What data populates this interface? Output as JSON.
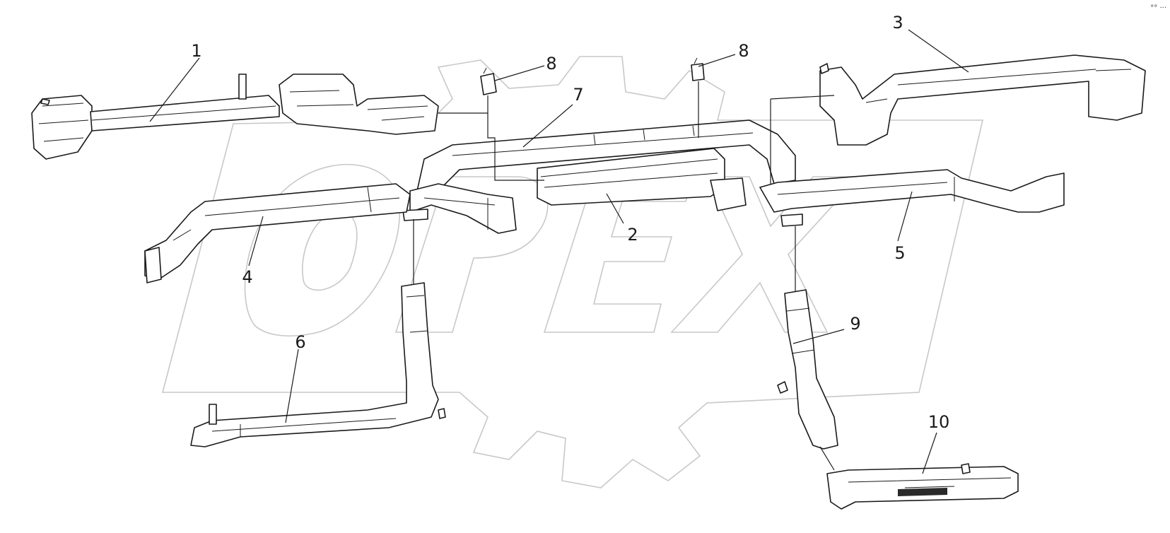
{
  "diagram": {
    "watermark": "OPEX",
    "corner_mark": "°° ···",
    "callouts": [
      {
        "id": "1",
        "label": "1"
      },
      {
        "id": "2",
        "label": "2"
      },
      {
        "id": "3",
        "label": "3"
      },
      {
        "id": "4",
        "label": "4"
      },
      {
        "id": "5",
        "label": "5"
      },
      {
        "id": "6",
        "label": "6"
      },
      {
        "id": "7",
        "label": "7"
      },
      {
        "id": "8a",
        "label": "8"
      },
      {
        "id": "8b",
        "label": "8"
      },
      {
        "id": "9",
        "label": "9"
      },
      {
        "id": "10",
        "label": "10"
      }
    ]
  }
}
